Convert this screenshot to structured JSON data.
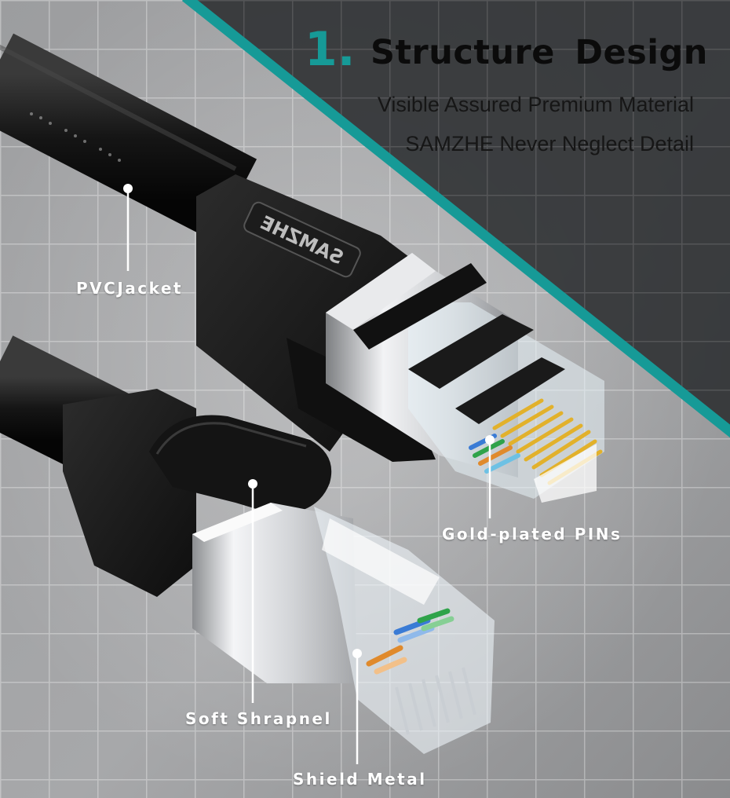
{
  "title": {
    "number": "1.",
    "text": "Structure  Design"
  },
  "subtitle": [
    "Visible Assured Premium Material",
    "SAMZHE Never Neglect Detail"
  ],
  "callouts": {
    "pvc_jacket": "PVCJacket",
    "gold_pins": "Gold-plated PINs",
    "soft_shrapnel": "Soft Shrapnel",
    "shield_metal": "Shield Metal"
  },
  "brand": {
    "boot_label": "SAMZHE"
  },
  "colors": {
    "accent_teal": "#169a97",
    "cable_black": "#161616",
    "background_gray": "#8f9092"
  }
}
